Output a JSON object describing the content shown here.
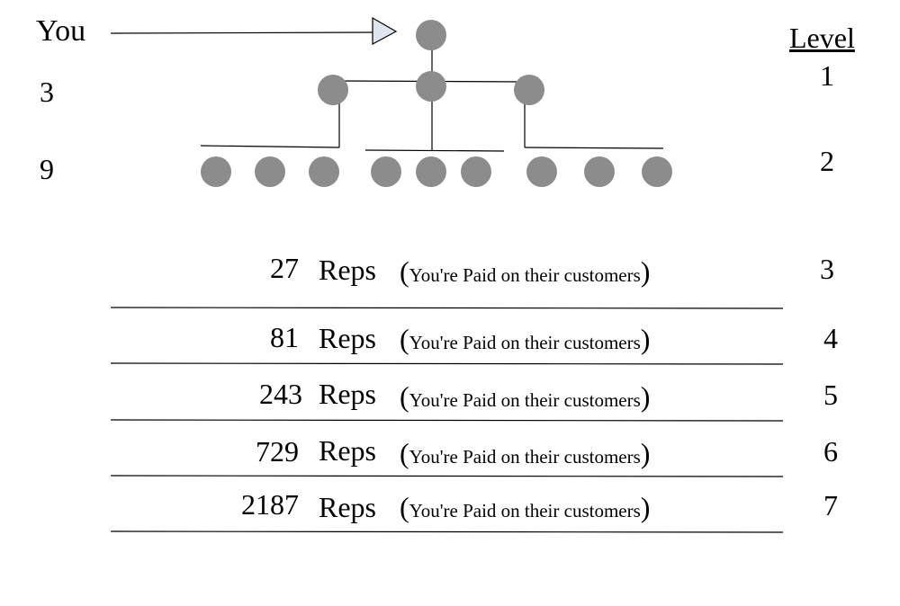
{
  "header": {
    "you_label": "You",
    "level_heading": "Level"
  },
  "left_counts": [
    "3",
    "9"
  ],
  "tree_levels": [
    "1",
    "2"
  ],
  "rows": [
    {
      "count": "27",
      "unit": "Reps",
      "note": "You're Paid on their customers",
      "level": "3"
    },
    {
      "count": "81",
      "unit": "Reps",
      "note": "You're Paid on their customers",
      "level": "4"
    },
    {
      "count": "243",
      "unit": "Reps",
      "note": "You're Paid on their customers",
      "level": "5"
    },
    {
      "count": "729",
      "unit": "Reps",
      "note": "You're Paid on their customers",
      "level": "6"
    },
    {
      "count": "2187",
      "unit": "Reps",
      "note": "You're Paid on their customers",
      "level": "7"
    }
  ],
  "colors": {
    "node": "#8c8c8c",
    "arrow_head": "#dfe6ee",
    "line": "#000000"
  }
}
